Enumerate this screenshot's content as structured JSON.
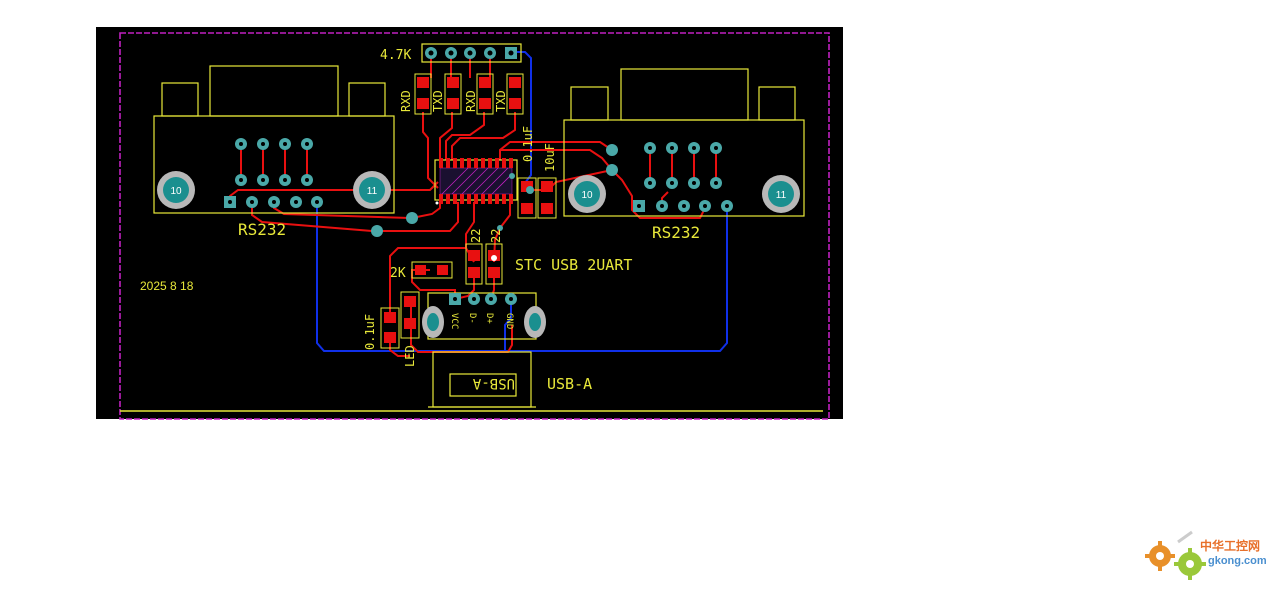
{
  "board": {
    "background_color": "#000000",
    "silk_color": "#e8e83a",
    "top_copper_color": "#e81010",
    "bottom_copper_color": "#1030e8",
    "outline_color": "#c020c0",
    "pad_color": "#4aa8a8"
  },
  "labels": {
    "resistor_array": "4.7K",
    "rxd_1": "RXD",
    "txd_1": "TXD",
    "rxd_2": "RXD",
    "txd_2": "TXD",
    "cap_01uf_top": "0.1uF",
    "cap_10uf": "10uF",
    "rs232_left": "RS232",
    "rs232_right": "RS232",
    "res_22_a": "22",
    "res_22_b": "22",
    "board_title": "STC USB 2UART",
    "res_2k": "2K",
    "date": "2025 8 18",
    "cap_01uf_bottom": "0.1uF",
    "led": "LED",
    "usb_vcc": "VCC",
    "usb_dminus": "D-",
    "usb_dplus": "D+",
    "usb_gnd": "GND",
    "usb_body": "USB-A",
    "usb_label": "USB-A",
    "db9_left_hole_1": "10",
    "db9_left_hole_2": "11",
    "db9_right_hole_1": "10",
    "db9_right_hole_2": "11"
  },
  "watermark": {
    "text_cn": "中华工控网",
    "text_en": "gkong.com"
  }
}
